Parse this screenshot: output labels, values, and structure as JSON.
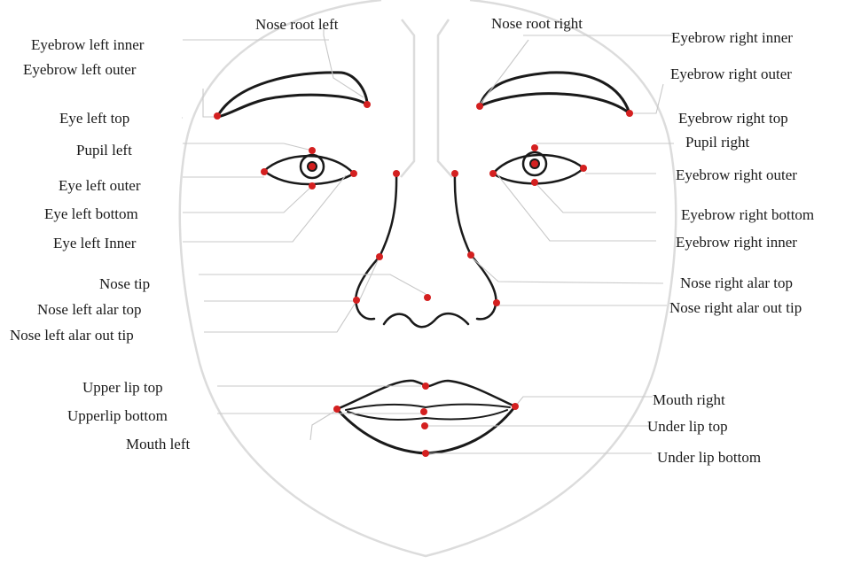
{
  "colors": {
    "landmark": "#d42020",
    "feature_stroke": "#1a1a1a",
    "leader_line": "#c8c8c8",
    "face_outline": "#dcdcdc"
  },
  "labels": {
    "nose_root_left": "Nose root left",
    "nose_root_right": "Nose root right",
    "eyebrow_left_inner": "Eyebrow left inner",
    "eyebrow_left_outer": "Eyebrow left outer",
    "eye_left_top": "Eye left top",
    "pupil_left": "Pupil left",
    "eye_left_outer": "Eye left outer",
    "eye_left_bottom": "Eye left bottom",
    "eye_left_inner": "Eye left Inner",
    "nose_tip": "Nose tip",
    "nose_left_alar_top": "Nose left alar top",
    "nose_left_alar_out_tip": "Nose left alar out tip",
    "upper_lip_top": "Upper lip top",
    "upper_lip_bottom": "Upperlip bottom",
    "mouth_left": "Mouth left",
    "eyebrow_right_inner": "Eyebrow right inner",
    "eyebrow_right_outer": "Eyebrow right outer",
    "eyebrow_right_top": "Eyebrow right top",
    "pupil_right": "Pupil right",
    "eyebrow_right_outer_2": "Eyebrow right outer",
    "eyebrow_right_bottom": "Eyebrow right bottom",
    "eyebrow_right_inner_2": "Eyebrow right inner",
    "nose_right_alar_top": "Nose right alar top",
    "nose_right_alar_out_tip": "Nose right alar out tip",
    "mouth_right": "Mouth right",
    "under_lip_top": "Under lip top",
    "under_lip_bottom": "Under lip bottom"
  }
}
